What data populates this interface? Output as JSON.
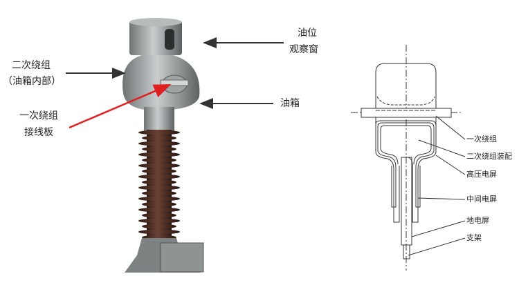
{
  "left_labels": {
    "oil_window": [
      "油位",
      "观察窗"
    ],
    "secondary_winding": [
      "二次绕组",
      "（油箱内部）"
    ],
    "primary_terminal": [
      "一次绕组",
      "接线板"
    ],
    "oil_tank": "油箱"
  },
  "right_labels": [
    "一次绕组",
    "二次绕组装配",
    "高压电屏",
    "中间电屏",
    "地电屏",
    "支架"
  ],
  "colors": {
    "arrow": "#333333",
    "red_arrow": "#e02020",
    "insulator": "#4a2a22",
    "metal": "#8a8f90"
  }
}
